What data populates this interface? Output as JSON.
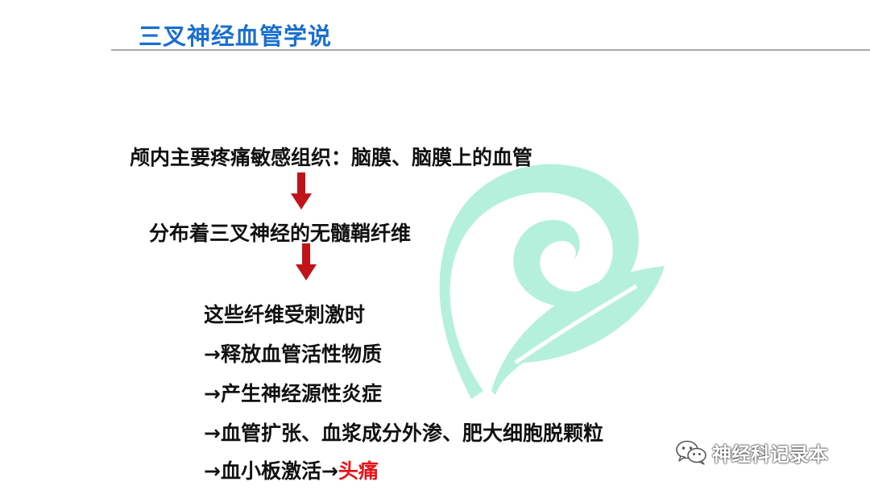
{
  "slide": {
    "title": "三叉神经血管学说"
  },
  "content": {
    "line1": "颅内主要疼痛敏感组织：脑膜、脑膜上的血管",
    "line2": "分布着三叉神经的无髓鞘纤维",
    "step1": "这些纤维受刺激时",
    "step2": "→释放血管活性物质",
    "step3": "→产生神经源性炎症",
    "step4": "→血管扩张、血浆成分外渗、肥大细胞脱颗粒",
    "step5_prefix": "→血小板激活→",
    "step5_highlight": "头痛"
  },
  "watermark": {
    "account_name": "神经科记录本",
    "icon": "wechat-icon"
  },
  "colors": {
    "title": "#1a6fd0",
    "arrow": "#c0141a",
    "highlight": "#e8141a",
    "logo": "#b5f0dc"
  }
}
